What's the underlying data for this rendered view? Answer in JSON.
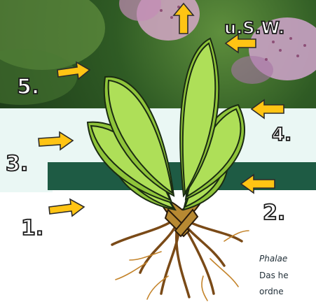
{
  "labels": {
    "usw": "u.S.W.",
    "n5": "5.",
    "n4": "4.",
    "n3": "3.",
    "n2": "2.",
    "n1": "1."
  },
  "text": {
    "species_line": "Phalae",
    "body_line1": "Das he",
    "body_line2": "ordne"
  },
  "colors": {
    "arrow": "#ffc414",
    "leaf": "#8fc43a",
    "dark_band": "#1e5b44",
    "light_band": "#eaf7f4"
  }
}
